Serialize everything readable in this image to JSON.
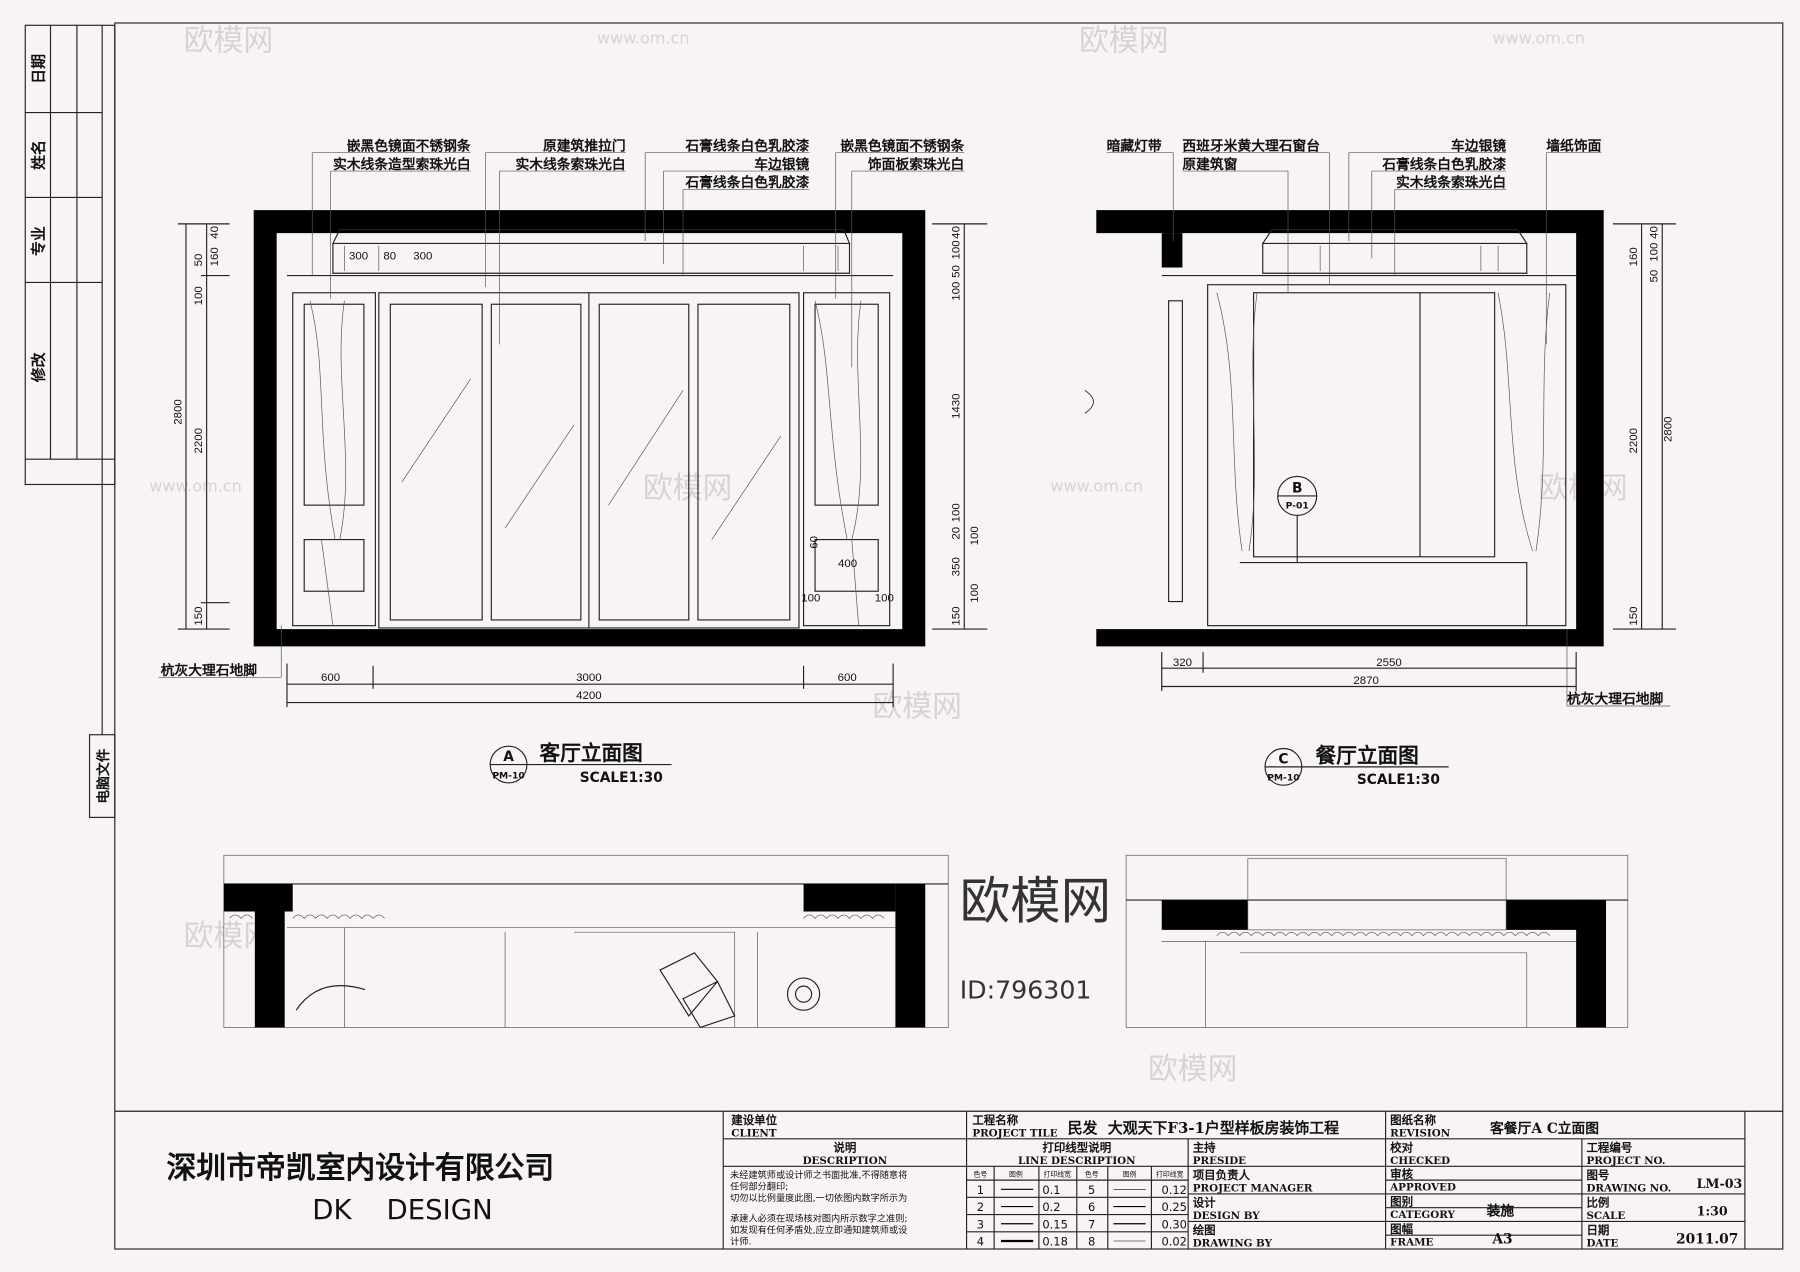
{
  "colors": {
    "paper": "#f9f4f4",
    "ink": "#000000",
    "watermark": "#d9d2d2"
  },
  "revision_strip": {
    "labels": [
      "日期",
      "姓名",
      "专业",
      "修改"
    ],
    "file_label": "电脑文件"
  },
  "elevation_a": {
    "callouts_left": [
      "嵌黑色镜面不锈钢条",
      "实木线条造型索珠光白",
      "原建筑推拉门",
      "实木线条索珠光白"
    ],
    "callouts_mid": [
      "石膏线条白色乳胶漆",
      "车边银镜",
      "石膏线条白色乳胶漆"
    ],
    "callouts_right": [
      "嵌黑色镜面不锈钢条",
      "饰面板索珠光白"
    ],
    "baseboard": "杭灰大理石地脚",
    "cornice_dims": [
      "300",
      "80",
      "300"
    ],
    "left_dims": [
      "2800",
      "2200",
      "150",
      "160",
      "100",
      "50",
      "40"
    ],
    "right_dims": [
      "40",
      "100",
      "50",
      "100",
      "1430",
      "100",
      "20",
      "100",
      "350",
      "100",
      "150",
      "60"
    ],
    "panel_dims": [
      "400",
      "100",
      "100"
    ],
    "bottom_dims": [
      "600",
      "3000",
      "600",
      "4200"
    ],
    "marker_letter": "A",
    "marker_sheet": "PM-10",
    "title": "客厅立面图",
    "scale": "SCALE1:30"
  },
  "elevation_c": {
    "callouts": [
      "暗藏灯带",
      "西班牙米黄大理石窗台",
      "原建筑窗",
      "车边银镜",
      "石膏线条白色乳胶漆",
      "实木线条索珠光白",
      "墙纸饰面"
    ],
    "baseboard": "杭灰大理石地脚",
    "detail_letter": "B",
    "detail_sheet": "P-01",
    "left_dims": [
      "40",
      "100",
      "160",
      "50",
      "2200",
      "150"
    ],
    "right_dims": [
      "2800"
    ],
    "bottom_dims": [
      "320",
      "2550",
      "2870"
    ],
    "marker_letter": "C",
    "marker_sheet": "PM-10",
    "title": "餐厅立面图",
    "scale": "SCALE1:30"
  },
  "title_block": {
    "company_cn": "深圳市帝凯室内设计有限公司",
    "company_en": "DK    DESIGN",
    "client_cn": "建设单位",
    "client_en": "CLIENT",
    "project_cn": "工程名称",
    "project_en": "PROJECT TILE",
    "project_name": "民发  大观天下F3-1户型样板房装饰工程",
    "desc_cn": "说明",
    "desc_en": "DESCRIPTION",
    "desc_text": [
      "未经建筑师或设计师之书面批准,不得随意将",
      "任何部分翻印;",
      "切勿以比例量度此图,一切依图内数字所示为",
      "承建人必须在现场核对图内所示数字之准则;",
      "如发现有任何矛盾处,应立即通知建筑师或设",
      "计师."
    ],
    "line_cn": "打印线型说明",
    "line_en": "LINE DESCRIPTION",
    "line_headers": [
      "色号",
      "图例",
      "打印线宽",
      "色号",
      "图例",
      "打印线宽"
    ],
    "line_rows": [
      [
        "1",
        "0.1",
        "5",
        "0.12"
      ],
      [
        "2",
        "0.2",
        "6",
        "0.25"
      ],
      [
        "3",
        "0.15",
        "7",
        "0.30"
      ],
      [
        "4",
        "0.18",
        "8",
        "0.02"
      ]
    ],
    "roles": [
      {
        "cn": "主持",
        "en": "PRESIDE"
      },
      {
        "cn": "项目负责人",
        "en": "PROJECT MANAGER"
      },
      {
        "cn": "设计",
        "en": "DESIGN BY"
      },
      {
        "cn": "绘图",
        "en": "DRAWING BY"
      }
    ],
    "fields_left": [
      {
        "cn": "图纸名称",
        "en": "REVISION",
        "value": "客餐厅A C立面图"
      },
      {
        "cn": "校对",
        "en": "CHECKED",
        "value": ""
      },
      {
        "cn": "审核",
        "en": "APPROVED",
        "value": ""
      },
      {
        "cn": "图别",
        "en": "CATEGORY",
        "value": "装施"
      },
      {
        "cn": "图幅",
        "en": "FRAME",
        "value": "A3"
      }
    ],
    "fields_right": [
      {
        "cn": "工程编号",
        "en": "PROJECT NO.",
        "value": ""
      },
      {
        "cn": "图号",
        "en": "DRAWING NO.",
        "value": "LM-03"
      },
      {
        "cn": "比例",
        "en": "SCALE",
        "value": "1:30"
      },
      {
        "cn": "日期",
        "en": "DATE",
        "value": "2011.07"
      }
    ]
  },
  "watermark": {
    "brand": "欧模网",
    "site": "www.om.cn",
    "id": "ID:796301"
  }
}
